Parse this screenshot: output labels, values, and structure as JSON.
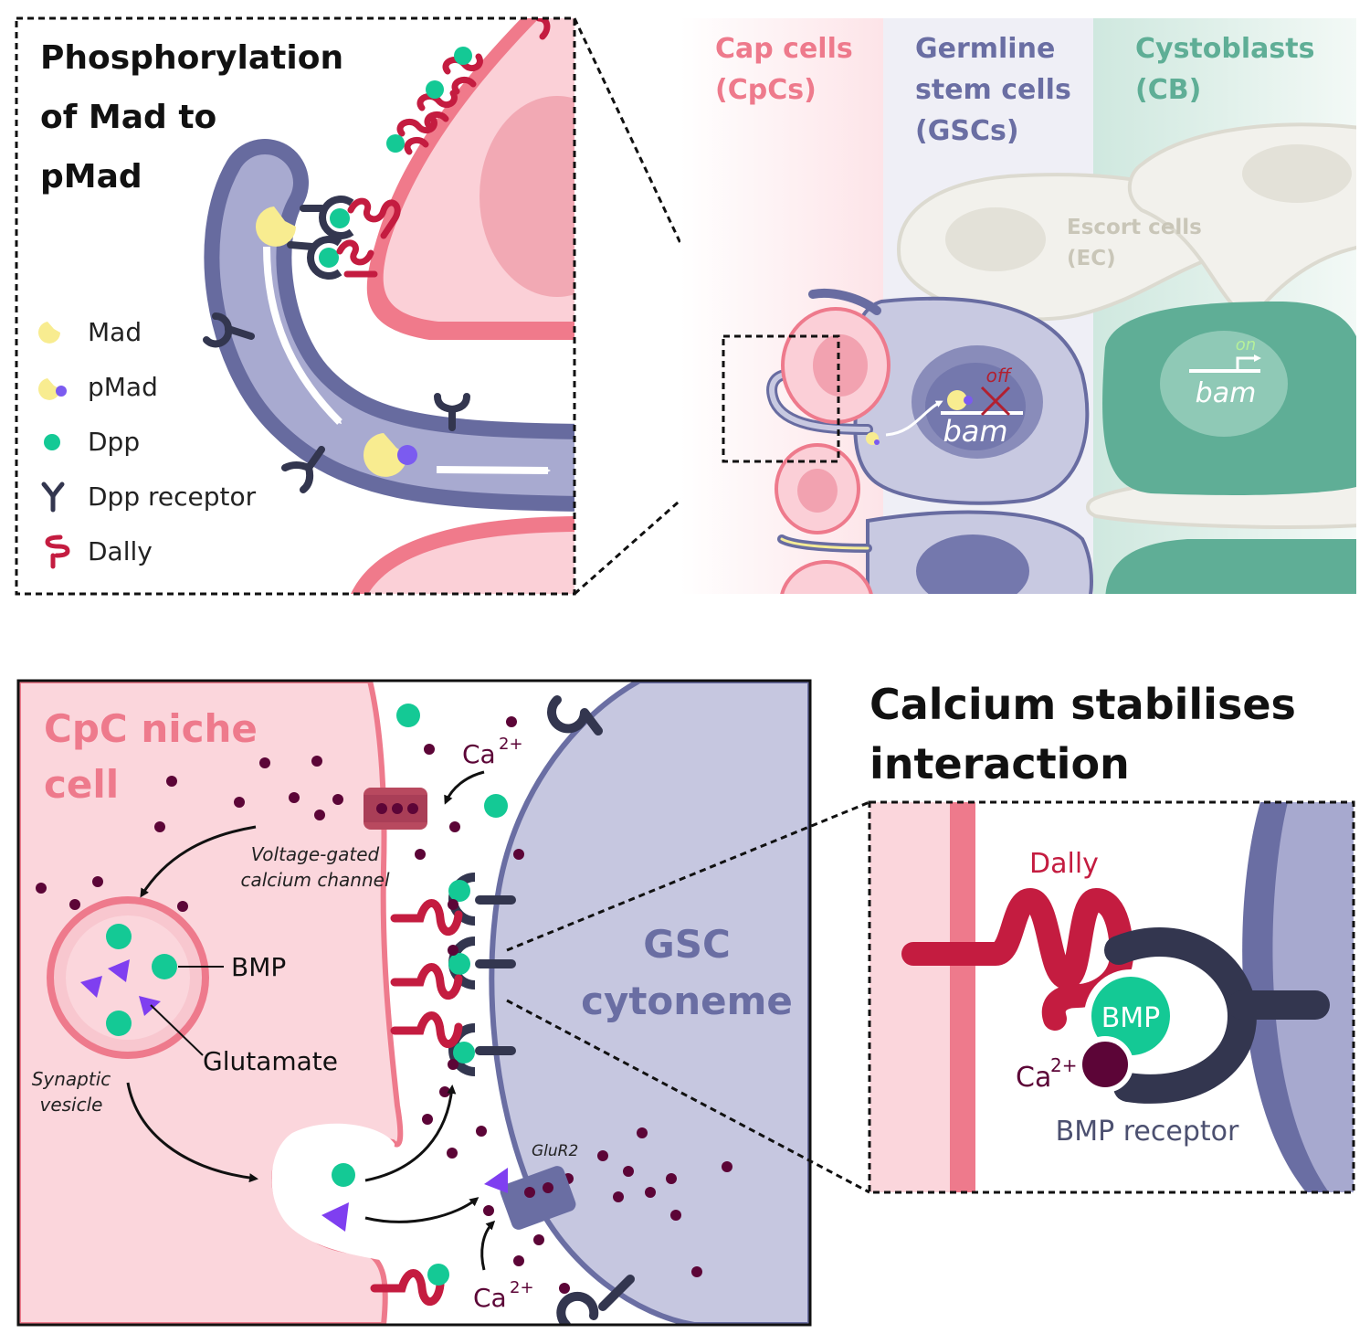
{
  "panel_a": {
    "title_lines": [
      "Phosphorylation",
      "of Mad to",
      "pMad"
    ],
    "legend": {
      "mad": "Mad",
      "pmad": "pMad",
      "dpp": "Dpp",
      "dpp_receptor": "Dpp receptor",
      "dally": "Dally"
    }
  },
  "panel_b": {
    "cap_cells": [
      "Cap cells",
      "(CpCs)"
    ],
    "gsc": [
      "Germline",
      "stem cells",
      "(GSCs)"
    ],
    "cystoblasts": [
      "Cystoblasts",
      "(CB)"
    ],
    "escort_cells": [
      "Escort cells",
      "(EC)"
    ],
    "gene": "bam",
    "gene_off": "off",
    "gene_on": "on"
  },
  "panel_c": {
    "niche_title": [
      "CpC niche",
      "cell"
    ],
    "gsc_title": [
      "GSC",
      "cytoneme"
    ],
    "channel_label": [
      "Voltage-gated",
      "calcium channel"
    ],
    "bmp": "BMP",
    "glutamate": "Glutamate",
    "vesicle_label": [
      "Synaptic",
      "vesicle"
    ],
    "glur2": "GluR2",
    "ca": "Ca",
    "ca_charge": "2+"
  },
  "panel_d": {
    "title_lines": [
      "Calcium stabilises",
      "interaction"
    ],
    "dally": "Dally",
    "bmp": "BMP",
    "ca": "Ca",
    "ca_charge": "2+",
    "receptor": "BMP receptor"
  },
  "colors": {
    "cap_pink": "#ee7a8c",
    "niche_pink": "#fbd6dc",
    "gsc_purple": "#6a6ea3",
    "gsc_light": "#c6c7e0",
    "cb_green": "#5fae96",
    "dpp_green": "#14c995",
    "dally_red": "#c41c40",
    "calcium": "#5c0537",
    "receptor_dark": "#33364f",
    "mad_yellow": "#f8ec90",
    "glutamate_violet": "#7f3ff0"
  }
}
